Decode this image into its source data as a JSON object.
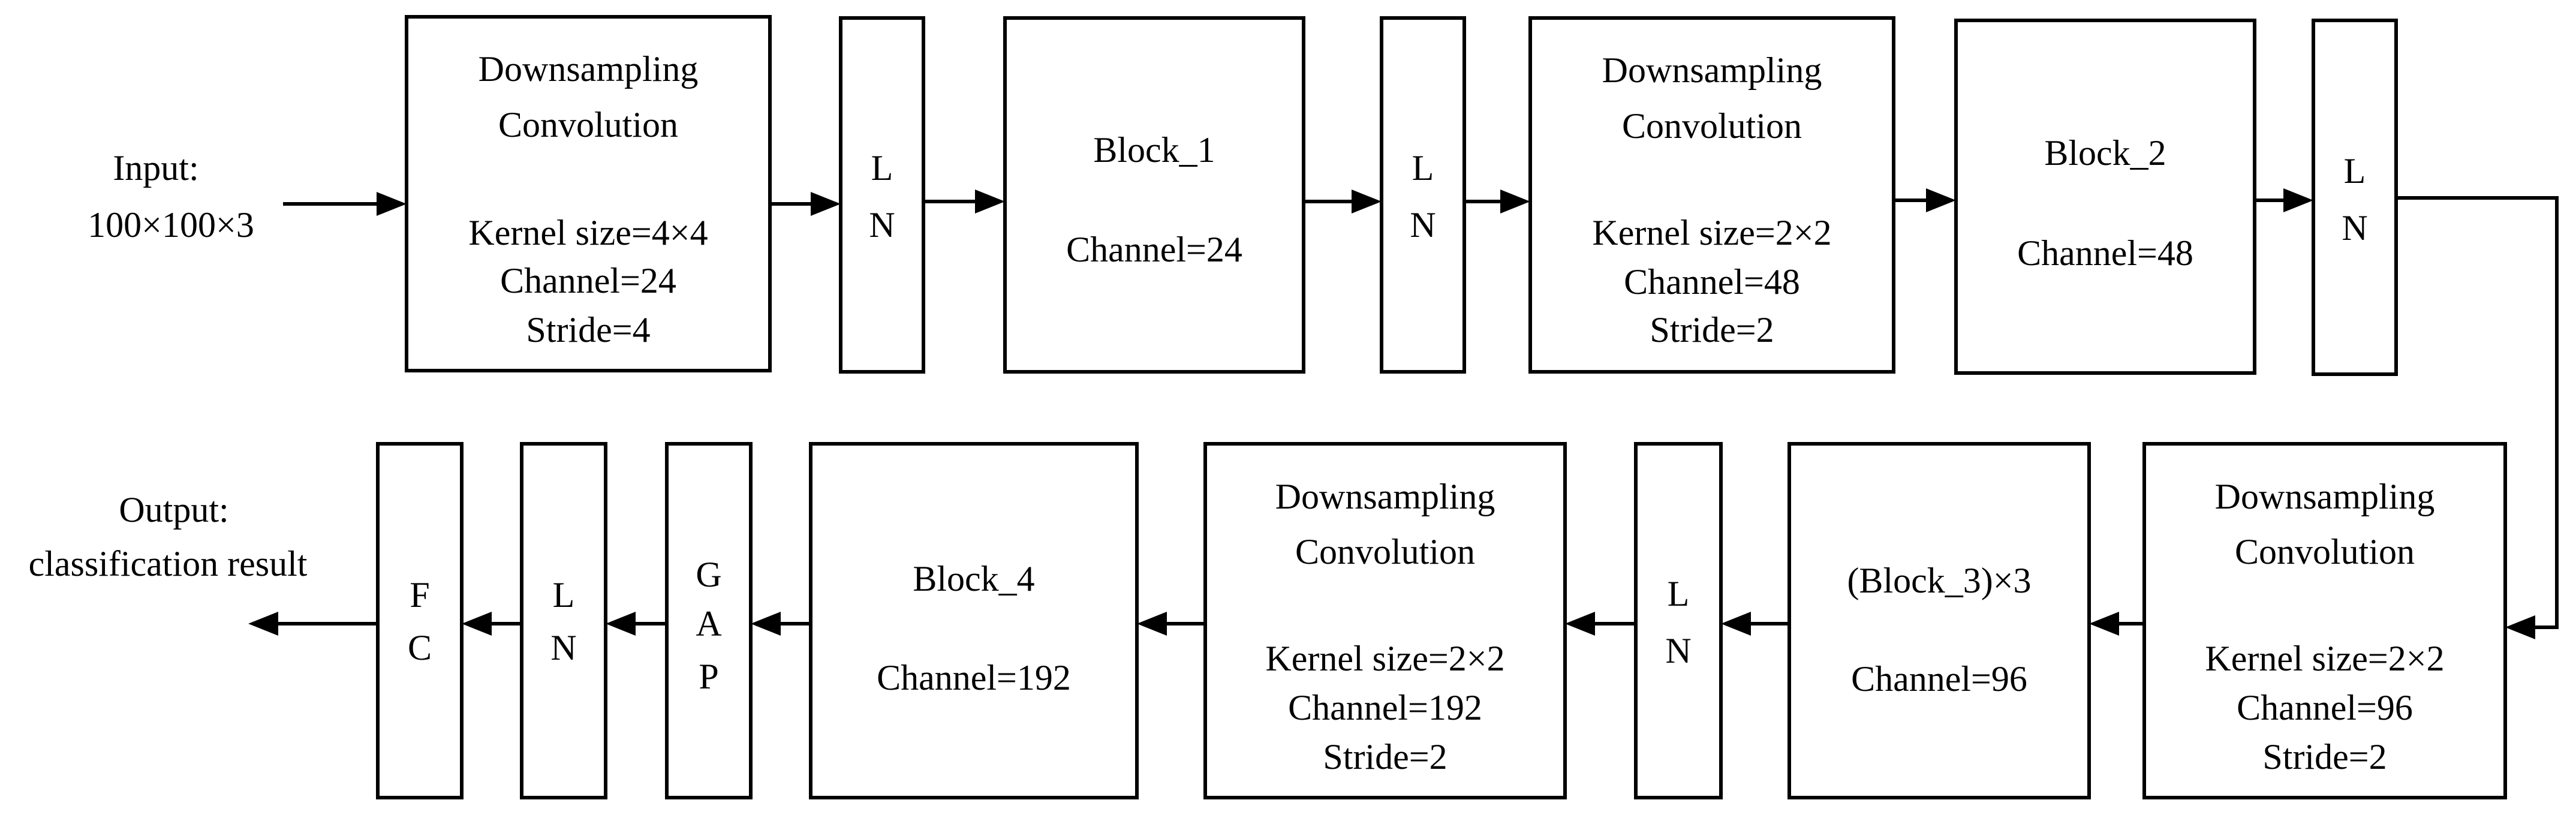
{
  "input": {
    "label": "Input:",
    "shape": "100×100×3"
  },
  "output": {
    "label": "Output:",
    "result": "classification result"
  },
  "top_row": {
    "downsampling_1": {
      "title_1": "Downsampling",
      "title_2": "Convolution",
      "kernel": "Kernel size=4×4",
      "channel": "Channel=24",
      "stride": "Stride=4"
    },
    "ln_1": {
      "l1": "L",
      "l2": "N"
    },
    "block_1": {
      "title": "Block_1",
      "channel": "Channel=24"
    },
    "ln_2": {
      "l1": "L",
      "l2": "N"
    },
    "downsampling_2": {
      "title_1": "Downsampling",
      "title_2": "Convolution",
      "kernel": "Kernel size=2×2",
      "channel": "Channel=48",
      "stride": "Stride=2"
    },
    "block_2": {
      "title": "Block_2",
      "channel": "Channel=48"
    },
    "ln_3": {
      "l1": "L",
      "l2": "N"
    }
  },
  "bottom_row": {
    "downsampling_3": {
      "title_1": "Downsampling",
      "title_2": "Convolution",
      "kernel": "Kernel size=2×2",
      "channel": "Channel=96",
      "stride": "Stride=2"
    },
    "block_3": {
      "title": "(Block_3)×3",
      "channel": "Channel=96"
    },
    "ln_4": {
      "l1": "L",
      "l2": "N"
    },
    "downsampling_4": {
      "title_1": "Downsampling",
      "title_2": "Convolution",
      "kernel": "Kernel size=2×2",
      "channel": "Channel=192",
      "stride": "Stride=2"
    },
    "block_4": {
      "title": "Block_4",
      "channel": "Channel=192"
    },
    "gap": {
      "l1": "G",
      "l2": "A",
      "l3": "P"
    },
    "ln_5": {
      "l1": "L",
      "l2": "N"
    },
    "fc": {
      "l1": "F",
      "l2": "C"
    }
  }
}
